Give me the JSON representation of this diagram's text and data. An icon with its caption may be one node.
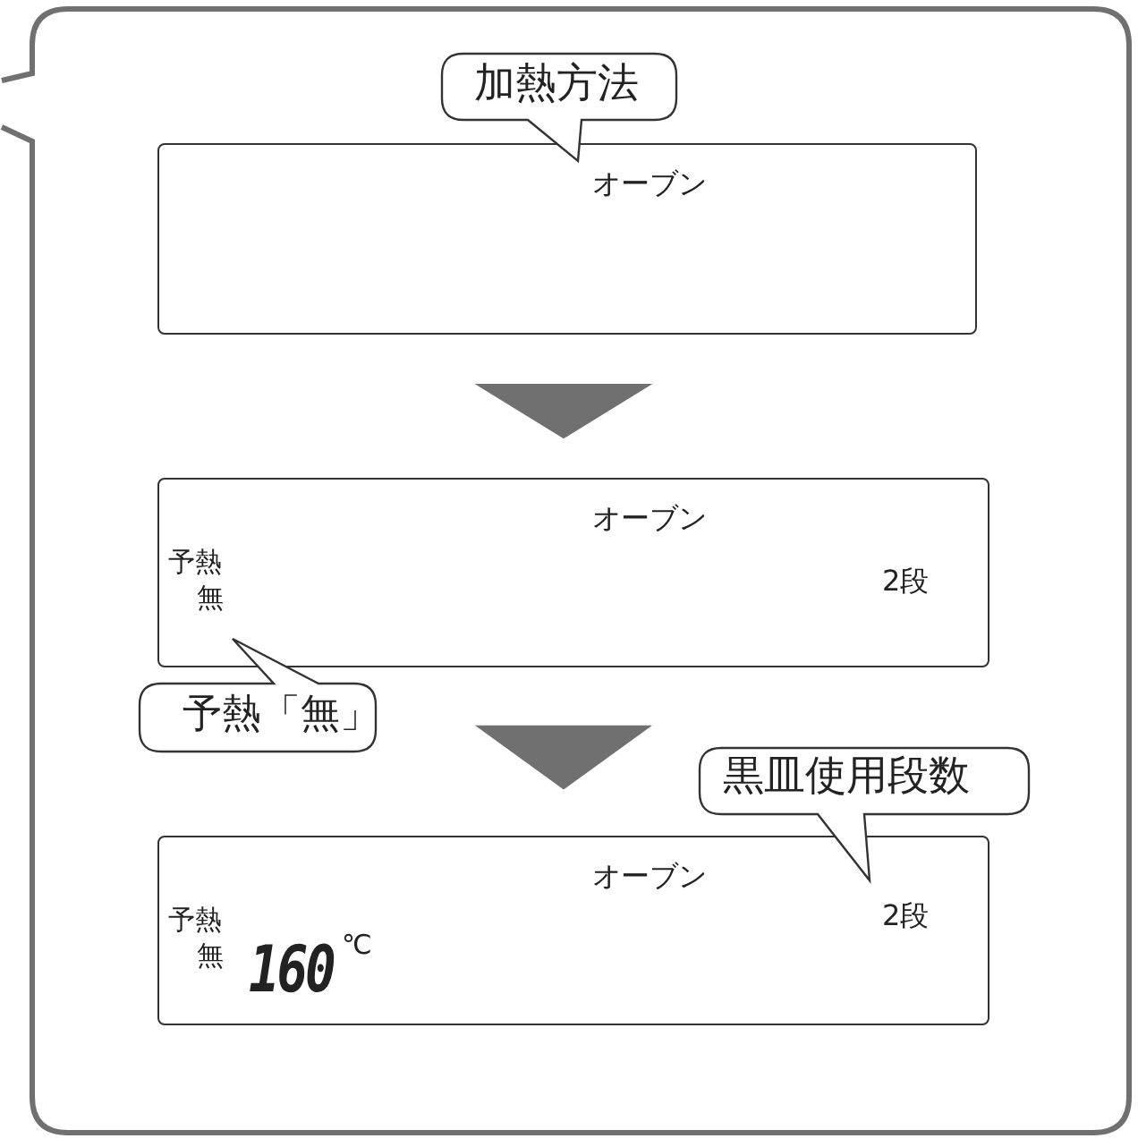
{
  "diagram": {
    "nodes": [
      {
        "text": [],
        "shape": "box"
      },
      {
        "text": [
          "オーブン"
        ],
        "in": 0
      },
      {
        "text": [
          "オーブン",
          "予熱",
          "無",
          "2段"
        ],
        "in": 0
      },
      {
        "text": [
          "オーブン",
          "予熱",
          "無",
          "160",
          "℃",
          "2段"
        ],
        "in": 0
      },
      {
        "text": [
          "加熱方法"
        ],
        "in": 0
      },
      {
        "text": [
          "予熱「無」"
        ],
        "in": 0
      },
      {
        "text": [
          "黒皿使用段数"
        ],
        "in": 0
      }
    ],
    "edges": [
      {
        "from": 1,
        "to": 2,
        "arrow": "to"
      },
      {
        "from": 2,
        "to": 3,
        "arrow": "to"
      }
    ]
  }
}
